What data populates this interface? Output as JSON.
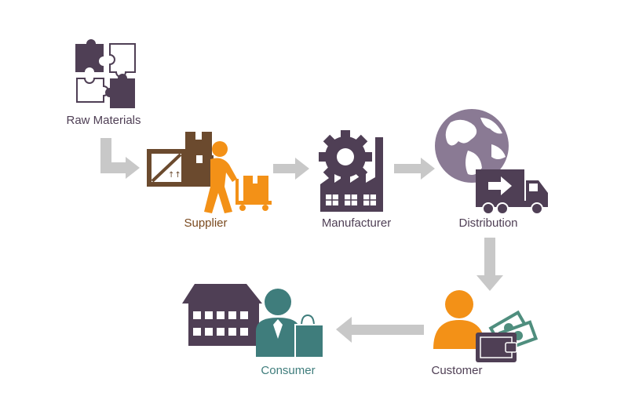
{
  "nodes": {
    "raw_materials": {
      "label": "Raw Materials",
      "icon": "puzzle-pieces-icon"
    },
    "supplier": {
      "label": "Supplier",
      "icon": "worker-with-boxes-icon"
    },
    "manufacturer": {
      "label": "Manufacturer",
      "icon": "factory-gear-icon"
    },
    "distribution": {
      "label": "Distribution",
      "icon": "globe-truck-icon"
    },
    "customer": {
      "label": "Customer",
      "icon": "person-wallet-cash-icon"
    },
    "consumer": {
      "label": "Consumer",
      "icon": "store-person-bag-icon"
    }
  },
  "colors": {
    "dark_purple": "#4f3f55",
    "brown": "#6b4a2e",
    "orange": "#f39117",
    "teal": "#3f7d7c",
    "gray_arrow": "#c8c8c8",
    "globe_purple": "#8a7a94",
    "cash_green": "#4f8e7e"
  },
  "label_colors": {
    "raw_materials": "#4f3f55",
    "supplier": "#7a4a1f",
    "manufacturer": "#4f3f55",
    "distribution": "#4f3f55",
    "customer": "#4f3f55",
    "consumer": "#3f7d7c"
  }
}
